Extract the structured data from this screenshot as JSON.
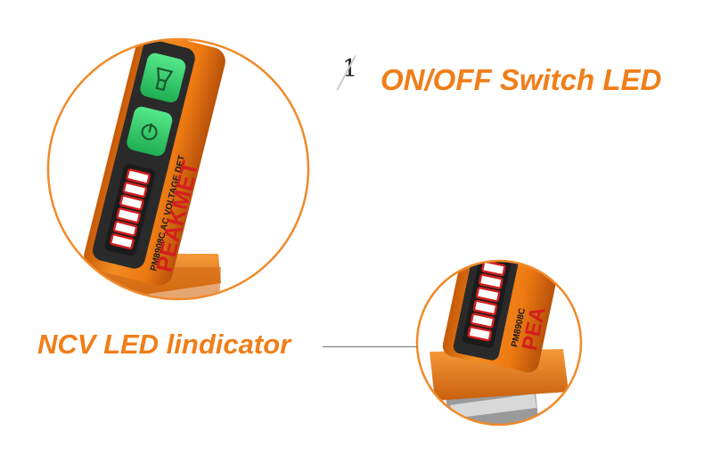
{
  "step": {
    "number": "1"
  },
  "captions": {
    "switch_led": "ON/OFF Switch LED",
    "ncv_indicator": "NCV LED lindicator"
  },
  "device_labels": {
    "model": "PM8908C AC VOLTAGE DET",
    "brand": "PEAKMET",
    "model_short": "PM8908C",
    "brand_fragment": "PEA"
  },
  "indicator_levels": {
    "total": 6
  },
  "colors": {
    "accent_orange": "#f07e19",
    "body_orange": "#ee7a12",
    "button_green": "#2fd46a",
    "led_red": "#cf1f1f",
    "ring_orange": "#f08a2a"
  },
  "icons": {
    "flashlight_button": "flashlight-icon",
    "power_button": "power-icon"
  }
}
